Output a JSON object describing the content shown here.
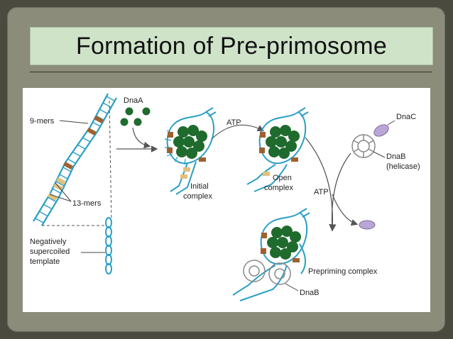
{
  "slide": {
    "title": "Formation of Pre-primosome",
    "colors": {
      "background": "#8c8c7b",
      "title_bg": "#cfe3c9",
      "dnaA": "#1f6b2e",
      "dnaC": "#b9a6d6",
      "dna": "#2a9fc4"
    }
  },
  "figure": {
    "labels": {
      "dnaA": "DnaA",
      "mers9": "9-mers",
      "mers13": "13-mers",
      "neg1": "Negatively",
      "neg2": "supercoiled",
      "neg3": "template",
      "atp1": "ATP",
      "atp2": "ATP",
      "initial1": "Initial",
      "initial2": "complex",
      "open1": "Open",
      "open2": "complex",
      "dnaC": "DnaC",
      "dnaB1": "DnaB",
      "helicase": "(helicase)",
      "prepriming": "Prepriming complex",
      "dnaB2": "DnaB"
    }
  }
}
